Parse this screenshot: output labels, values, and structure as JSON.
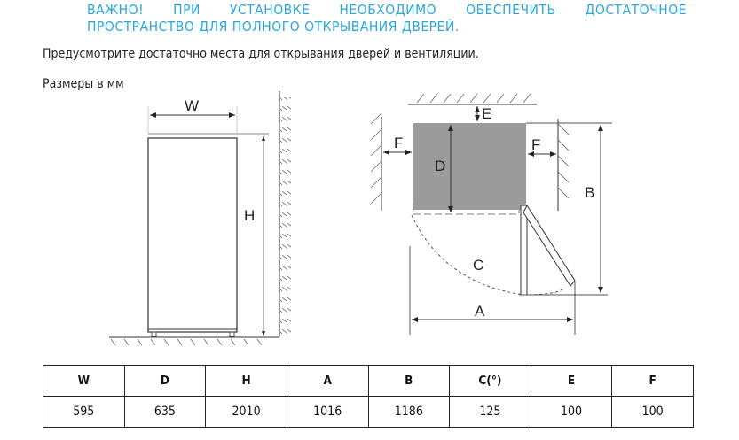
{
  "warning": {
    "line1": "ВАЖНО! ПРИ УСТАНОВКЕ НЕОБХОДИМО ОБЕСПЕЧИТЬ ДОСТАТОЧНОЕ",
    "line2": "ПРОСТРАНСТВО ДЛЯ ПОЛНОГО ОТКРЫВАНИЯ ДВЕРЕЙ."
  },
  "intro": "Предусмотрите достаточно места для открывания дверей и вентиляции.",
  "units": "Размеры в мм",
  "diagram": {
    "W": "W",
    "H": "H",
    "E": "E",
    "F": "F",
    "D": "D",
    "B": "B",
    "C": "C",
    "A": "A"
  },
  "table": {
    "headers": [
      "W",
      "D",
      "H",
      "A",
      "B",
      "C(°)",
      "E",
      "F"
    ],
    "values": [
      "595",
      "635",
      "2010",
      "1016",
      "1186",
      "125",
      "100",
      "100"
    ]
  }
}
